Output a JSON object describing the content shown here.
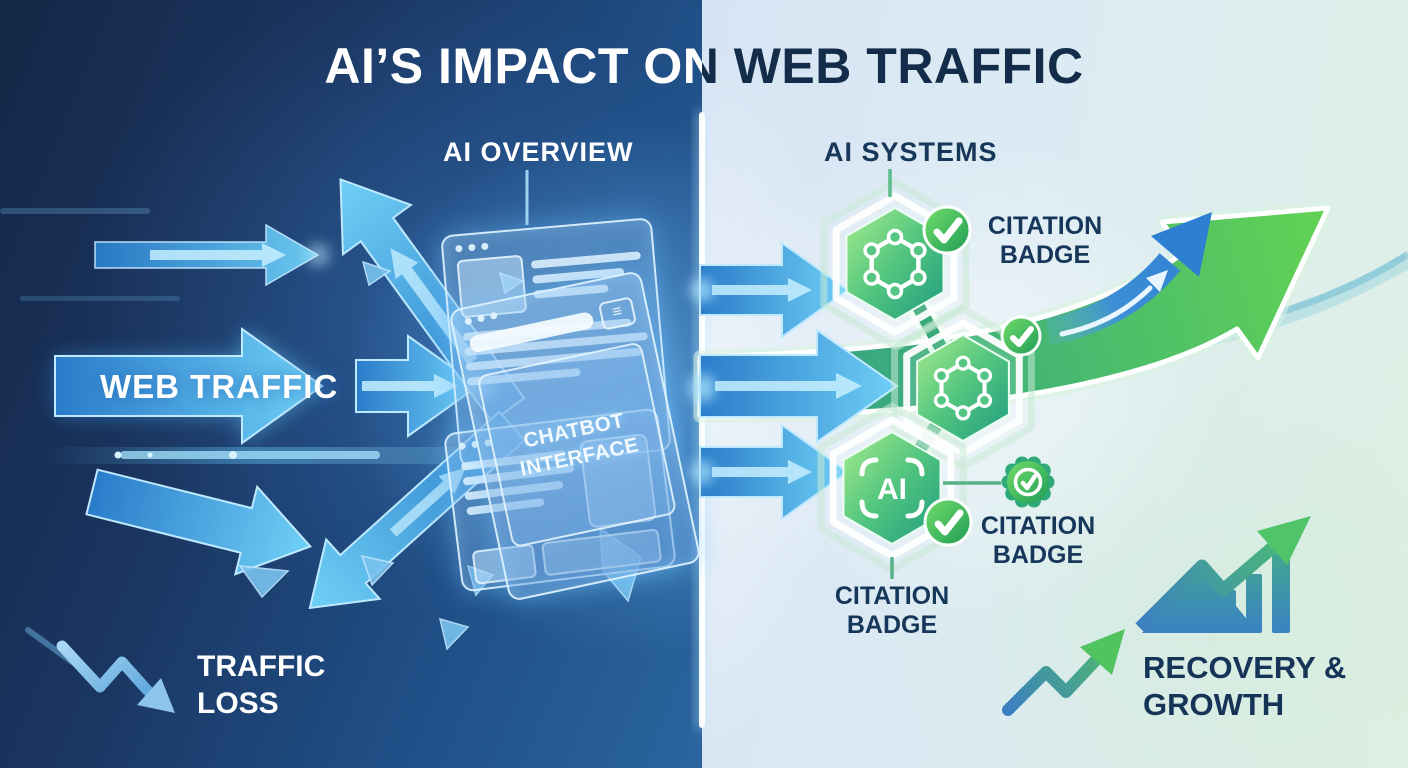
{
  "title": "AI’S IMPACT ON WEB TRAFFIC",
  "left_panel": {
    "section_label": "AI OVERVIEW",
    "traffic_label": "WEB TRAFFIC",
    "chatbot_label": "CHATBOT INTERFACE",
    "loss_label": "TRAFFIC LOSS"
  },
  "right_panel": {
    "section_label": "AI SYSTEMS",
    "ai_chip_label": "AI",
    "citation_badges": [
      {
        "position": "top",
        "label": "CITATION BADGE"
      },
      {
        "position": "middle",
        "label": "CITATION BADGE"
      },
      {
        "position": "bottom",
        "label": "CITATION BADGE"
      }
    ],
    "growth_label": "RECOVERY & GROWTH"
  },
  "icons": {
    "menu_glyph": "≡",
    "check": "checkmark-circle",
    "molecule": "molecule-network",
    "ai_chip": "ai-focus-frame",
    "rosette": "verified-rosette",
    "bar_chart": "growth-bar-chart",
    "down_trend": "downward-zigzag-arrow",
    "up_trend": "upward-zigzag-arrow"
  },
  "colors": {
    "left_bg_dark": "#15274a",
    "left_bg_light": "#2a659f",
    "right_bg_blue": "#d7e4f4",
    "right_bg_green": "#dff0e5",
    "navy_text": "#16365a",
    "white_text": "#ffffff",
    "arrow_blue": "#3b93dd",
    "arrow_cyan": "#7fd4f7",
    "hex_green": "#48c17f",
    "check_green": "#2fae5f",
    "growth_green": "#5ecb55",
    "divider": "#ffffff"
  }
}
